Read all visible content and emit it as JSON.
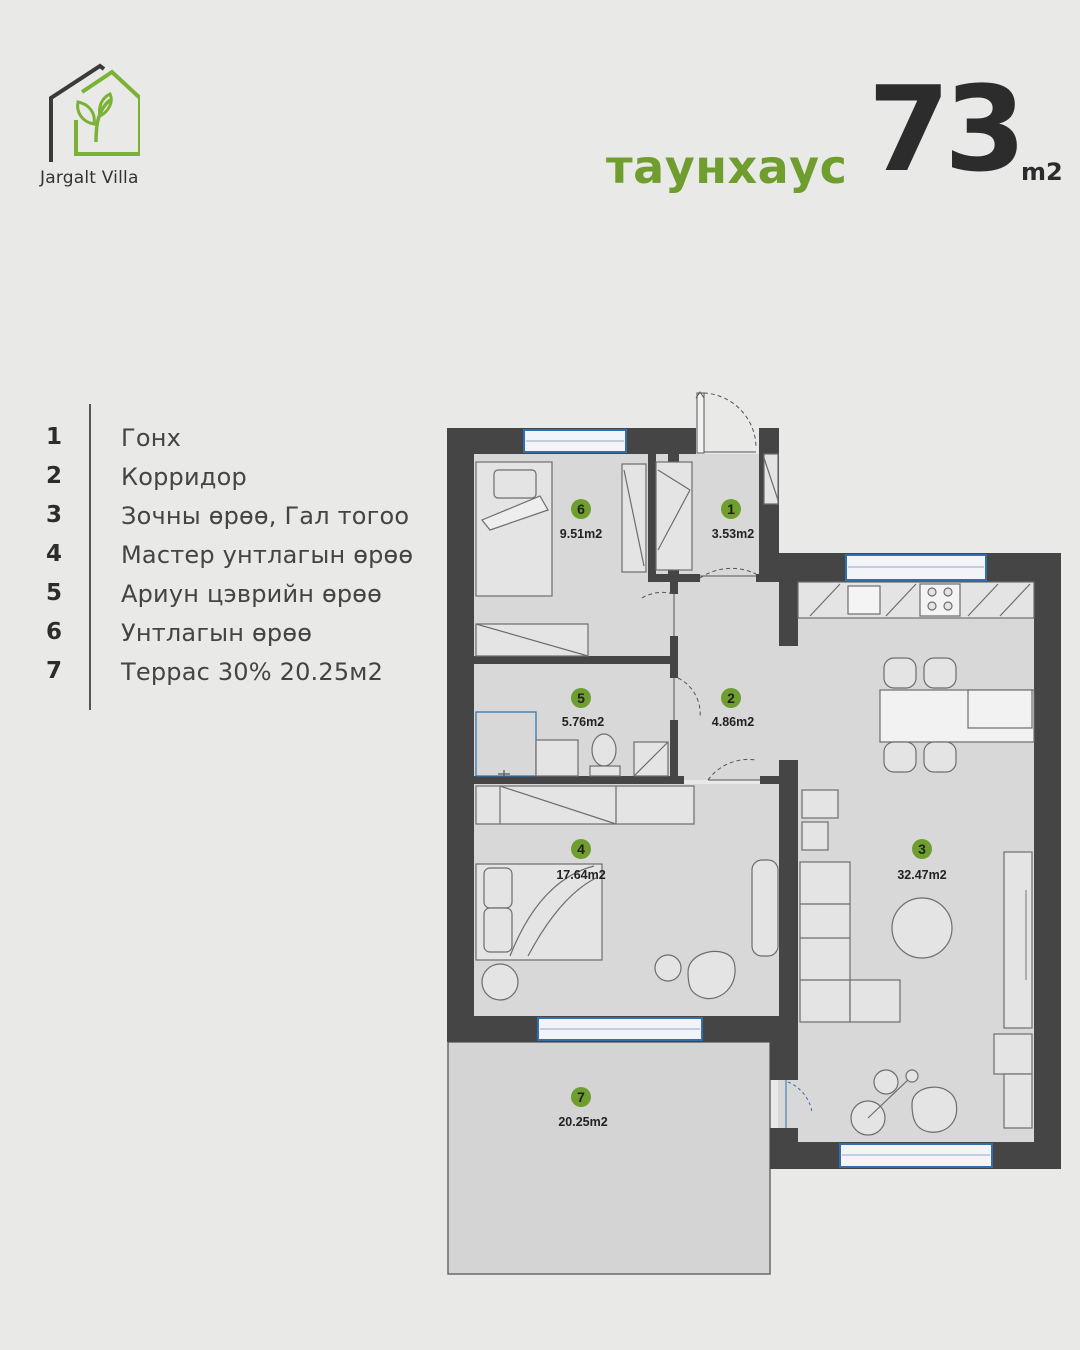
{
  "brand": {
    "name": "Jargalt Villa",
    "accent": "#7bb236"
  },
  "headline": {
    "type": "таунхаус",
    "area_value": "73",
    "area_unit": "m2"
  },
  "legend": [
    {
      "num": "1",
      "label": "Гонх"
    },
    {
      "num": "2",
      "label": "Корридор"
    },
    {
      "num": "3",
      "label": "Зочны өрөө, Гал тогоо"
    },
    {
      "num": "4",
      "label": "Мастер унтлагын өрөө"
    },
    {
      "num": "5",
      "label": "Ариун цэврийн өрөө"
    },
    {
      "num": "6",
      "label": "Унтлагын өрөө"
    },
    {
      "num": "7",
      "label": "Террас 30% 20.25м2"
    }
  ],
  "rooms": [
    {
      "num": "1",
      "area": "3.53m2"
    },
    {
      "num": "2",
      "area": "4.86m2"
    },
    {
      "num": "3",
      "area": "32.47m2"
    },
    {
      "num": "4",
      "area": "17.64m2"
    },
    {
      "num": "5",
      "area": "5.76m2"
    },
    {
      "num": "6",
      "area": "9.51m2"
    },
    {
      "num": "7",
      "area": "20.25m2"
    }
  ],
  "colors": {
    "wall": "#454545",
    "floor": "#d8d8d8",
    "badge": "#6f9e2e",
    "window": "#2f6fb0"
  }
}
